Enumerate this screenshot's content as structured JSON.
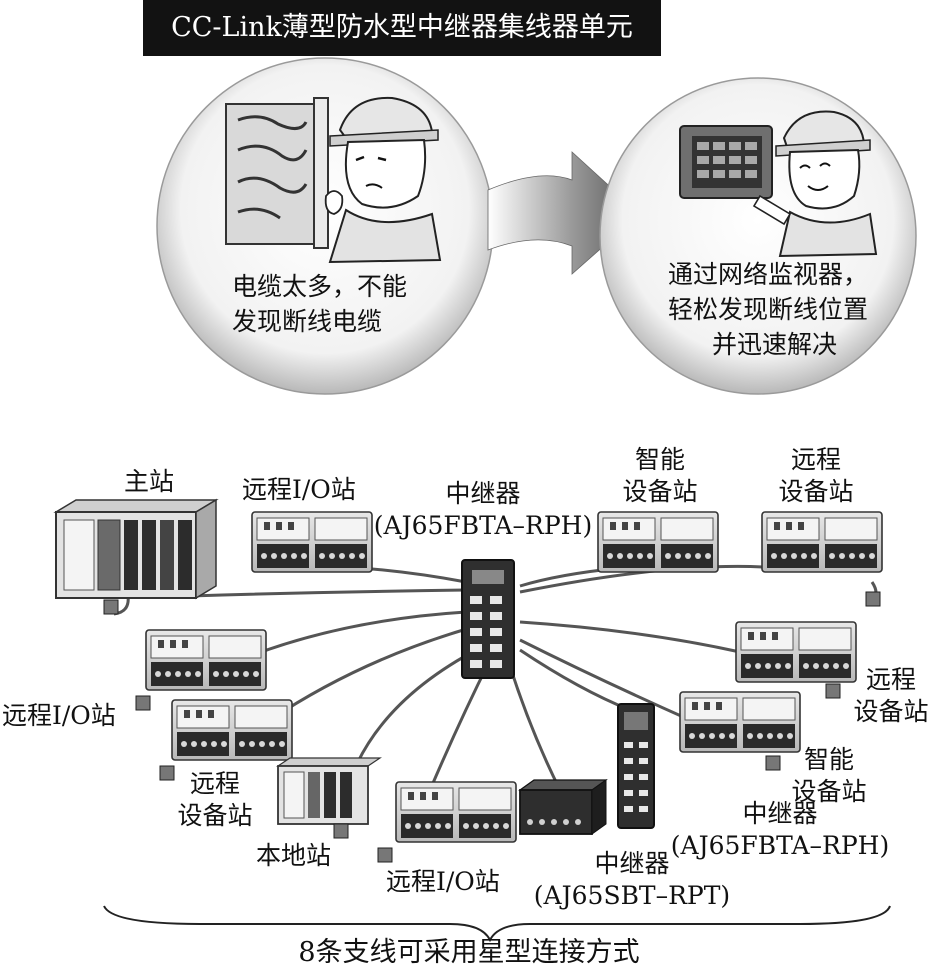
{
  "title": "CC-Link薄型防水型中继器集线器单元",
  "scenes": {
    "before": {
      "lines": [
        "电缆太多，不能",
        "发现断线电缆"
      ]
    },
    "after": {
      "lines": [
        "通过网络监视器，",
        "轻松发现断线位置",
        "并迅速解决"
      ]
    }
  },
  "nodes": {
    "master": "主站",
    "remote_io_top": "远程I/O站",
    "repeater_center": [
      "中继器",
      "(AJ65FBTA–RPH)"
    ],
    "intelligent_top": [
      "智能",
      "设备站"
    ],
    "remote_dev_top": [
      "远程",
      "设备站"
    ],
    "remote_io_left": "远程I/O站",
    "remote_dev_right": [
      "远程",
      "设备站"
    ],
    "intelligent_right": [
      "智能",
      "设备站"
    ],
    "remote_dev_left": [
      "远程",
      "设备站"
    ],
    "local": "本地站",
    "remote_io_bottom": "远程I/O站",
    "repeater_sbt": [
      "中继器",
      "(AJ65SBT–RPT)"
    ],
    "repeater_right": [
      "中继器",
      "(AJ65FBTA–RPH)"
    ]
  },
  "caption": "8条支线可采用星型连接方式"
}
